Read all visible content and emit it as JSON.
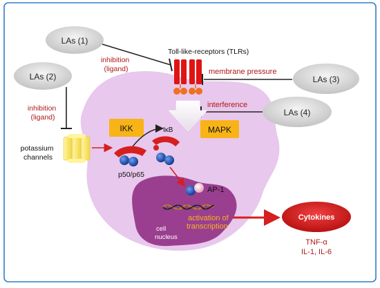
{
  "local_anesthetics": {
    "las1": "LAs (1)",
    "las2": "LAs (2)",
    "las3": "LAs (3)",
    "las4": "LAs (4)"
  },
  "mechanisms": {
    "inhibition_ligand_1": [
      "inhibition",
      "(ligand)"
    ],
    "inhibition_ligand_2": [
      "inhibition",
      "(ligand)"
    ],
    "membrane_pressure": "membrane pressure",
    "interference": "interference"
  },
  "receptors": {
    "tlr": "Toll-like-receptors (TLRs)",
    "potassium_channels": [
      "potassium",
      "channels"
    ]
  },
  "signaling": {
    "ikk": "IKK",
    "ikb": "IκB",
    "mapk": "MAPK",
    "p50_p65": "p50/p65",
    "ap1": "AP-1"
  },
  "nucleus": {
    "label": [
      "cell",
      "nucleus"
    ],
    "activation": [
      "activation of",
      "transcription"
    ]
  },
  "output": {
    "cytokines": "Cytokines",
    "tnf": "TNF-α",
    "il": "IL-1, IL-6"
  },
  "colors": {
    "frame": "#2f7ec9",
    "cell": "#e8c8ec",
    "nucleus": "#9a3f90",
    "inhibitor_text": "#b01818",
    "box_yellow": "#f8b417",
    "cytokine_red": "#d61f1f",
    "protein_blue": "#1849a3",
    "receptor_red": "#e01414",
    "ellipse_gray": "#cfcfcf"
  }
}
